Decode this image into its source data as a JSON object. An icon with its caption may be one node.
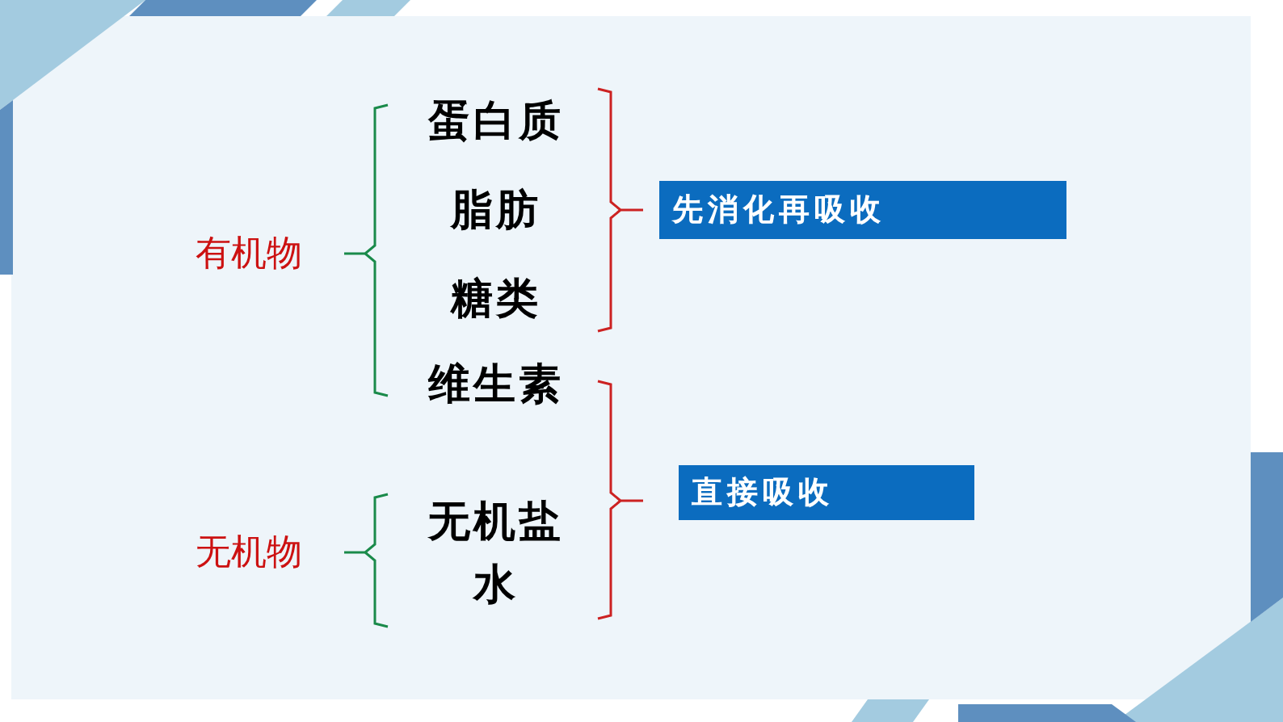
{
  "diagram": {
    "nodes": [
      {
        "text": [
          "先消化再吸收"
        ]
      },
      {
        "text": [
          "直接吸收"
        ]
      }
    ],
    "labels": [
      "蛋白质",
      "脂肪",
      "有机物",
      "糖类",
      "维生素",
      "无机盐",
      "无机物",
      "水"
    ]
  }
}
